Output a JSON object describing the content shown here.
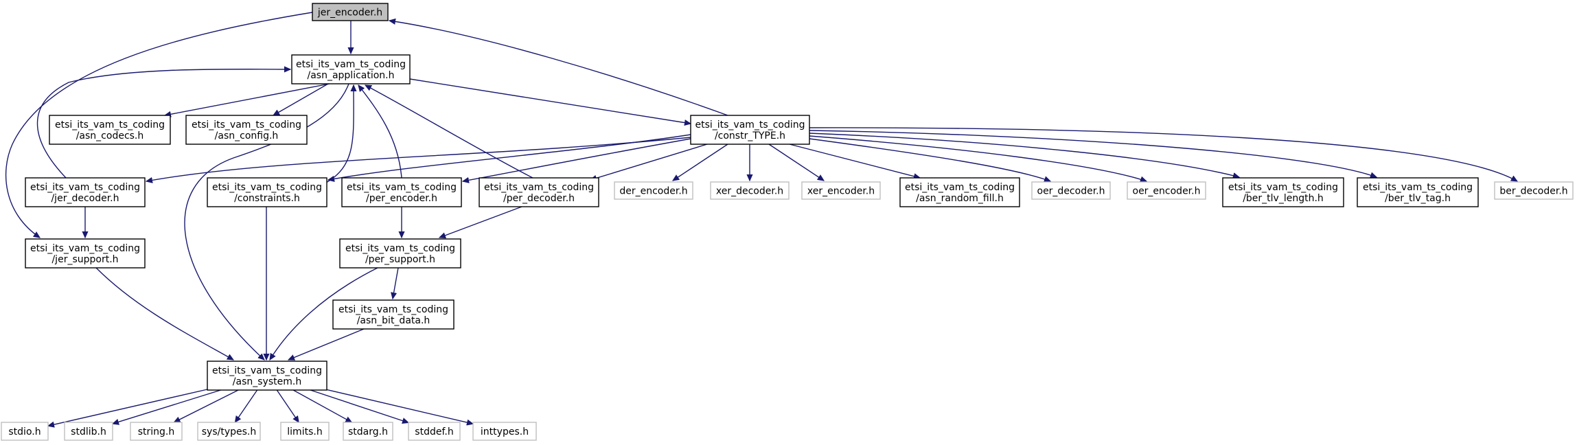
{
  "colors": {
    "edge": "#191970",
    "root_fill": "#bfbfbf",
    "external_border": "#bfbfbf",
    "node_border": "#000000"
  },
  "nodes": [
    {
      "id": "jer_encoder",
      "lines": [
        "jer_encoder.h"
      ],
      "kind": "root"
    },
    {
      "id": "asn_application",
      "lines": [
        "etsi_its_vam_ts_coding",
        "/asn_application.h"
      ],
      "kind": "local"
    },
    {
      "id": "asn_codecs",
      "lines": [
        "etsi_its_vam_ts_coding",
        "/asn_codecs.h"
      ],
      "kind": "local"
    },
    {
      "id": "asn_config",
      "lines": [
        "etsi_its_vam_ts_coding",
        "/asn_config.h"
      ],
      "kind": "local"
    },
    {
      "id": "constr_TYPE",
      "lines": [
        "etsi_its_vam_ts_coding",
        "/constr_TYPE.h"
      ],
      "kind": "local"
    },
    {
      "id": "jer_decoder",
      "lines": [
        "etsi_its_vam_ts_coding",
        "/jer_decoder.h"
      ],
      "kind": "local"
    },
    {
      "id": "constraints",
      "lines": [
        "etsi_its_vam_ts_coding",
        "/constraints.h"
      ],
      "kind": "local"
    },
    {
      "id": "per_encoder",
      "lines": [
        "etsi_its_vam_ts_coding",
        "/per_encoder.h"
      ],
      "kind": "local"
    },
    {
      "id": "per_decoder",
      "lines": [
        "etsi_its_vam_ts_coding",
        "/per_decoder.h"
      ],
      "kind": "local"
    },
    {
      "id": "der_encoder",
      "lines": [
        "der_encoder.h"
      ],
      "kind": "external"
    },
    {
      "id": "xer_decoder",
      "lines": [
        "xer_decoder.h"
      ],
      "kind": "external"
    },
    {
      "id": "xer_encoder",
      "lines": [
        "xer_encoder.h"
      ],
      "kind": "external"
    },
    {
      "id": "asn_random_fill",
      "lines": [
        "etsi_its_vam_ts_coding",
        "/asn_random_fill.h"
      ],
      "kind": "local"
    },
    {
      "id": "oer_decoder",
      "lines": [
        "oer_decoder.h"
      ],
      "kind": "external"
    },
    {
      "id": "oer_encoder",
      "lines": [
        "oer_encoder.h"
      ],
      "kind": "external"
    },
    {
      "id": "ber_tlv_length",
      "lines": [
        "etsi_its_vam_ts_coding",
        "/ber_tlv_length.h"
      ],
      "kind": "local"
    },
    {
      "id": "ber_tlv_tag",
      "lines": [
        "etsi_its_vam_ts_coding",
        "/ber_tlv_tag.h"
      ],
      "kind": "local"
    },
    {
      "id": "ber_decoder",
      "lines": [
        "ber_decoder.h"
      ],
      "kind": "external"
    },
    {
      "id": "jer_support",
      "lines": [
        "etsi_its_vam_ts_coding",
        "/jer_support.h"
      ],
      "kind": "local"
    },
    {
      "id": "per_support",
      "lines": [
        "etsi_its_vam_ts_coding",
        "/per_support.h"
      ],
      "kind": "local"
    },
    {
      "id": "asn_bit_data",
      "lines": [
        "etsi_its_vam_ts_coding",
        "/asn_bit_data.h"
      ],
      "kind": "local"
    },
    {
      "id": "asn_system",
      "lines": [
        "etsi_its_vam_ts_coding",
        "/asn_system.h"
      ],
      "kind": "local"
    },
    {
      "id": "stdio",
      "lines": [
        "stdio.h"
      ],
      "kind": "external"
    },
    {
      "id": "stdlib",
      "lines": [
        "stdlib.h"
      ],
      "kind": "external"
    },
    {
      "id": "string",
      "lines": [
        "string.h"
      ],
      "kind": "external"
    },
    {
      "id": "sys_types",
      "lines": [
        "sys/types.h"
      ],
      "kind": "external"
    },
    {
      "id": "limits",
      "lines": [
        "limits.h"
      ],
      "kind": "external"
    },
    {
      "id": "stdarg",
      "lines": [
        "stdarg.h"
      ],
      "kind": "external"
    },
    {
      "id": "stddef",
      "lines": [
        "stddef.h"
      ],
      "kind": "external"
    },
    {
      "id": "inttypes",
      "lines": [
        "inttypes.h"
      ],
      "kind": "external"
    }
  ],
  "edges": [
    {
      "from": "jer_encoder",
      "to": "asn_application"
    },
    {
      "from": "jer_encoder",
      "to": "jer_support"
    },
    {
      "from": "asn_application",
      "to": "asn_codecs"
    },
    {
      "from": "asn_application",
      "to": "asn_config"
    },
    {
      "from": "asn_application",
      "to": "constr_TYPE"
    },
    {
      "from": "asn_application",
      "to": "asn_system"
    },
    {
      "from": "constr_TYPE",
      "to": "jer_encoder"
    },
    {
      "from": "constr_TYPE",
      "to": "jer_decoder"
    },
    {
      "from": "constr_TYPE",
      "to": "constraints"
    },
    {
      "from": "constr_TYPE",
      "to": "per_encoder"
    },
    {
      "from": "constr_TYPE",
      "to": "per_decoder"
    },
    {
      "from": "constr_TYPE",
      "to": "der_encoder"
    },
    {
      "from": "constr_TYPE",
      "to": "xer_decoder"
    },
    {
      "from": "constr_TYPE",
      "to": "xer_encoder"
    },
    {
      "from": "constr_TYPE",
      "to": "asn_random_fill"
    },
    {
      "from": "constr_TYPE",
      "to": "oer_decoder"
    },
    {
      "from": "constr_TYPE",
      "to": "oer_encoder"
    },
    {
      "from": "constr_TYPE",
      "to": "ber_tlv_length"
    },
    {
      "from": "constr_TYPE",
      "to": "ber_tlv_tag"
    },
    {
      "from": "constr_TYPE",
      "to": "ber_decoder"
    },
    {
      "from": "jer_decoder",
      "to": "asn_application"
    },
    {
      "from": "jer_decoder",
      "to": "jer_support"
    },
    {
      "from": "constraints",
      "to": "asn_application"
    },
    {
      "from": "constraints",
      "to": "asn_system"
    },
    {
      "from": "per_encoder",
      "to": "asn_application"
    },
    {
      "from": "per_encoder",
      "to": "per_support"
    },
    {
      "from": "per_decoder",
      "to": "asn_application"
    },
    {
      "from": "per_decoder",
      "to": "per_support"
    },
    {
      "from": "jer_support",
      "to": "asn_system"
    },
    {
      "from": "per_support",
      "to": "asn_bit_data"
    },
    {
      "from": "per_support",
      "to": "asn_system"
    },
    {
      "from": "asn_bit_data",
      "to": "asn_system"
    },
    {
      "from": "asn_system",
      "to": "stdio"
    },
    {
      "from": "asn_system",
      "to": "stdlib"
    },
    {
      "from": "asn_system",
      "to": "string"
    },
    {
      "from": "asn_system",
      "to": "sys_types"
    },
    {
      "from": "asn_system",
      "to": "limits"
    },
    {
      "from": "asn_system",
      "to": "stdarg"
    },
    {
      "from": "asn_system",
      "to": "stddef"
    },
    {
      "from": "asn_system",
      "to": "inttypes"
    }
  ]
}
